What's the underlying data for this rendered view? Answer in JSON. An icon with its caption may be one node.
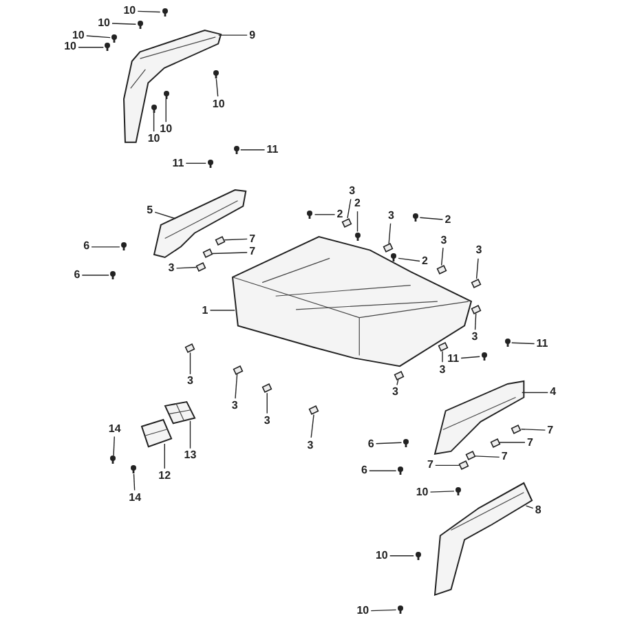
{
  "diagram": {
    "nodes": [
      {
        "text": [
          "10"
        ]
      },
      {
        "text": [
          "10"
        ]
      },
      {
        "text": [
          "9"
        ]
      },
      {
        "text": [
          "10"
        ]
      },
      {
        "text": [
          "10"
        ]
      },
      {
        "text": [
          "10"
        ]
      },
      {
        "text": [
          "10"
        ]
      },
      {
        "text": [
          "10"
        ]
      },
      {
        "text": [
          "11"
        ]
      },
      {
        "text": [
          "11"
        ]
      },
      {
        "text": [
          "3"
        ]
      },
      {
        "text": [
          "2"
        ]
      },
      {
        "text": [
          "5"
        ]
      },
      {
        "text": [
          "2"
        ]
      },
      {
        "text": [
          "3"
        ]
      },
      {
        "text": [
          "2"
        ]
      },
      {
        "text": [
          "7"
        ]
      },
      {
        "text": [
          "3"
        ]
      },
      {
        "text": [
          "6"
        ]
      },
      {
        "text": [
          "3"
        ]
      },
      {
        "text": [
          "7"
        ]
      },
      {
        "text": [
          "3"
        ]
      },
      {
        "text": [
          "2"
        ]
      },
      {
        "text": [
          "6"
        ]
      },
      {
        "text": [
          "1"
        ]
      },
      {
        "text": [
          "3"
        ]
      },
      {
        "text": [
          "11"
        ]
      },
      {
        "text": [
          "11"
        ]
      },
      {
        "text": [
          "3"
        ]
      },
      {
        "text": [
          "3"
        ]
      },
      {
        "text": [
          "4"
        ]
      },
      {
        "text": [
          "3"
        ]
      },
      {
        "text": [
          "3"
        ]
      },
      {
        "text": [
          "3"
        ]
      },
      {
        "text": [
          "14"
        ]
      },
      {
        "text": [
          "7"
        ]
      },
      {
        "text": [
          "7"
        ]
      },
      {
        "text": [
          "6"
        ]
      },
      {
        "text": [
          "3"
        ]
      },
      {
        "text": [
          "13"
        ]
      },
      {
        "text": [
          "7"
        ]
      },
      {
        "text": [
          "7"
        ]
      },
      {
        "text": [
          "6"
        ]
      },
      {
        "text": [
          "12"
        ]
      },
      {
        "text": [
          "10"
        ]
      },
      {
        "text": [
          "14"
        ]
      },
      {
        "text": [
          "8"
        ]
      },
      {
        "text": [
          "10"
        ]
      },
      {
        "text": [
          "10"
        ]
      },
      {
        "text": [],
        "shape": "picture"
      },
      {
        "text": [],
        "shape": "picture"
      },
      {
        "text": [],
        "shape": "picture"
      },
      {
        "text": [],
        "shape": "picture"
      },
      {
        "text": [],
        "shape": "picture"
      },
      {
        "text": [],
        "shape": "picture"
      },
      {
        "text": [],
        "shape": "picture"
      },
      {
        "text": [],
        "shape": "circle"
      },
      {
        "text": [],
        "shape": "circle"
      },
      {
        "text": [],
        "shape": "circle"
      },
      {
        "text": [],
        "shape": "circle"
      },
      {
        "text": [],
        "shape": "circle"
      },
      {
        "text": [],
        "shape": "circle"
      },
      {
        "text": [],
        "shape": "circle"
      },
      {
        "text": [],
        "shape": "circle"
      },
      {
        "text": [],
        "shape": "circle"
      },
      {
        "text": [],
        "shape": "box"
      },
      {
        "text": [],
        "shape": "circle"
      },
      {
        "text": [],
        "shape": "circle"
      },
      {
        "text": [],
        "shape": "box"
      },
      {
        "text": [],
        "shape": "circle"
      },
      {
        "text": [],
        "shape": "box"
      },
      {
        "text": [],
        "shape": "box"
      },
      {
        "text": [],
        "shape": "circle"
      },
      {
        "text": [],
        "shape": "box"
      },
      {
        "text": [],
        "shape": "box"
      },
      {
        "text": [],
        "shape": "box"
      },
      {
        "text": [],
        "shape": "circle"
      },
      {
        "text": [],
        "shape": "circle"
      },
      {
        "text": [],
        "shape": "box"
      },
      {
        "text": [],
        "shape": "circle"
      },
      {
        "text": [],
        "shape": "circle"
      },
      {
        "text": [],
        "shape": "box"
      },
      {
        "text": [],
        "shape": "box"
      },
      {
        "text": [],
        "shape": "box"
      },
      {
        "text": [],
        "shape": "box"
      },
      {
        "text": [],
        "shape": "box"
      },
      {
        "text": [],
        "shape": "circle"
      },
      {
        "text": [],
        "shape": "box"
      },
      {
        "text": [],
        "shape": "box"
      },
      {
        "text": [],
        "shape": "circle"
      },
      {
        "text": [],
        "shape": "box"
      },
      {
        "text": [],
        "shape": "box"
      },
      {
        "text": [],
        "shape": "box"
      },
      {
        "text": [],
        "shape": "circle"
      },
      {
        "text": [],
        "shape": "circle"
      },
      {
        "text": [],
        "shape": "circle"
      },
      {
        "text": [],
        "shape": "circle"
      },
      {
        "text": [],
        "shape": "circle"
      }
    ],
    "edges": [
      {
        "from": 0,
        "to": 56,
        "arrow": "none"
      },
      {
        "from": 1,
        "to": 57,
        "arrow": "none"
      },
      {
        "from": 2,
        "to": 49,
        "arrow": "none"
      },
      {
        "from": 3,
        "to": 58,
        "arrow": "none"
      },
      {
        "from": 4,
        "to": 59,
        "arrow": "none"
      },
      {
        "from": 5,
        "to": 60,
        "arrow": "none"
      },
      {
        "from": 6,
        "to": 61,
        "arrow": "none"
      },
      {
        "from": 7,
        "to": 62,
        "arrow": "none"
      },
      {
        "from": 8,
        "to": 63,
        "arrow": "none"
      },
      {
        "from": 9,
        "to": 64,
        "arrow": "none"
      },
      {
        "from": 10,
        "to": 65,
        "arrow": "none"
      },
      {
        "from": 11,
        "to": 66,
        "arrow": "none"
      },
      {
        "from": 12,
        "to": 50,
        "arrow": "none"
      },
      {
        "from": 13,
        "to": 67,
        "arrow": "none"
      },
      {
        "from": 14,
        "to": 68,
        "arrow": "none"
      },
      {
        "from": 15,
        "to": 69,
        "arrow": "none"
      },
      {
        "from": 16,
        "to": 70,
        "arrow": "none"
      },
      {
        "from": 17,
        "to": 71,
        "arrow": "none"
      },
      {
        "from": 18,
        "to": 72,
        "arrow": "none"
      },
      {
        "from": 19,
        "to": 73,
        "arrow": "none"
      },
      {
        "from": 20,
        "to": 74,
        "arrow": "none"
      },
      {
        "from": 21,
        "to": 75,
        "arrow": "none"
      },
      {
        "from": 22,
        "to": 76,
        "arrow": "none"
      },
      {
        "from": 23,
        "to": 77,
        "arrow": "none"
      },
      {
        "from": 24,
        "to": 51,
        "arrow": "none"
      },
      {
        "from": 25,
        "to": 78,
        "arrow": "none"
      },
      {
        "from": 26,
        "to": 79,
        "arrow": "none"
      },
      {
        "from": 27,
        "to": 80,
        "arrow": "none"
      },
      {
        "from": 28,
        "to": 81,
        "arrow": "none"
      },
      {
        "from": 29,
        "to": 82,
        "arrow": "none"
      },
      {
        "from": 30,
        "to": 54,
        "arrow": "none"
      },
      {
        "from": 31,
        "to": 83,
        "arrow": "none"
      },
      {
        "from": 32,
        "to": 84,
        "arrow": "none"
      },
      {
        "from": 33,
        "to": 85,
        "arrow": "none"
      },
      {
        "from": 34,
        "to": 86,
        "arrow": "none"
      },
      {
        "from": 35,
        "to": 87,
        "arrow": "none"
      },
      {
        "from": 36,
        "to": 88,
        "arrow": "none"
      },
      {
        "from": 37,
        "to": 89,
        "arrow": "none"
      },
      {
        "from": 38,
        "to": 90,
        "arrow": "none"
      },
      {
        "from": 39,
        "to": 52,
        "arrow": "none"
      },
      {
        "from": 40,
        "to": 91,
        "arrow": "none"
      },
      {
        "from": 41,
        "to": 92,
        "arrow": "none"
      },
      {
        "from": 42,
        "to": 93,
        "arrow": "none"
      },
      {
        "from": 43,
        "to": 53,
        "arrow": "none"
      },
      {
        "from": 44,
        "to": 94,
        "arrow": "none"
      },
      {
        "from": 45,
        "to": 95,
        "arrow": "none"
      },
      {
        "from": 46,
        "to": 55,
        "arrow": "none"
      },
      {
        "from": 47,
        "to": 96,
        "arrow": "none"
      },
      {
        "from": 48,
        "to": 97,
        "arrow": "none"
      }
    ]
  }
}
